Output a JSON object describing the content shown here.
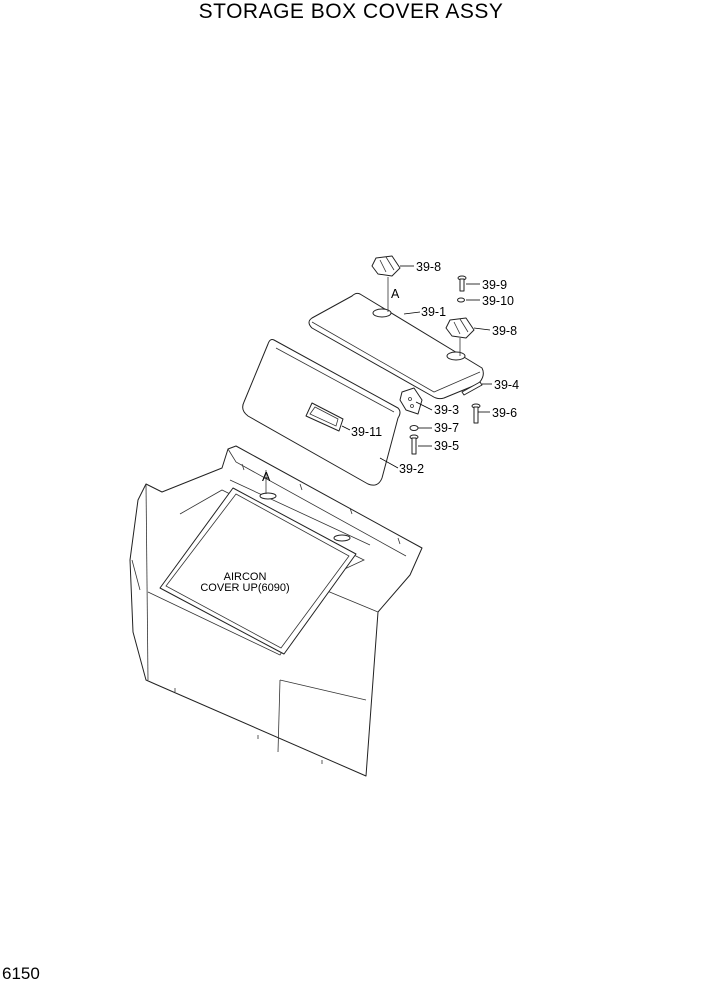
{
  "title": "STORAGE BOX COVER ASSY",
  "page_number": "6150",
  "callouts": {
    "c39_8a": "39-8",
    "c39_9": "39-9",
    "c39_10": "39-10",
    "c39_1": "39-1",
    "c39_8b": "39-8",
    "c39_4": "39-4",
    "c39_3": "39-3",
    "c39_6": "39-6",
    "c39_7": "39-7",
    "c39_11": "39-11",
    "c39_5": "39-5",
    "c39_2": "39-2"
  },
  "markers": {
    "a_upper": "A",
    "a_lower": "A"
  },
  "note": {
    "line1": "AIRCON",
    "line2": "COVER UP(6090)"
  }
}
